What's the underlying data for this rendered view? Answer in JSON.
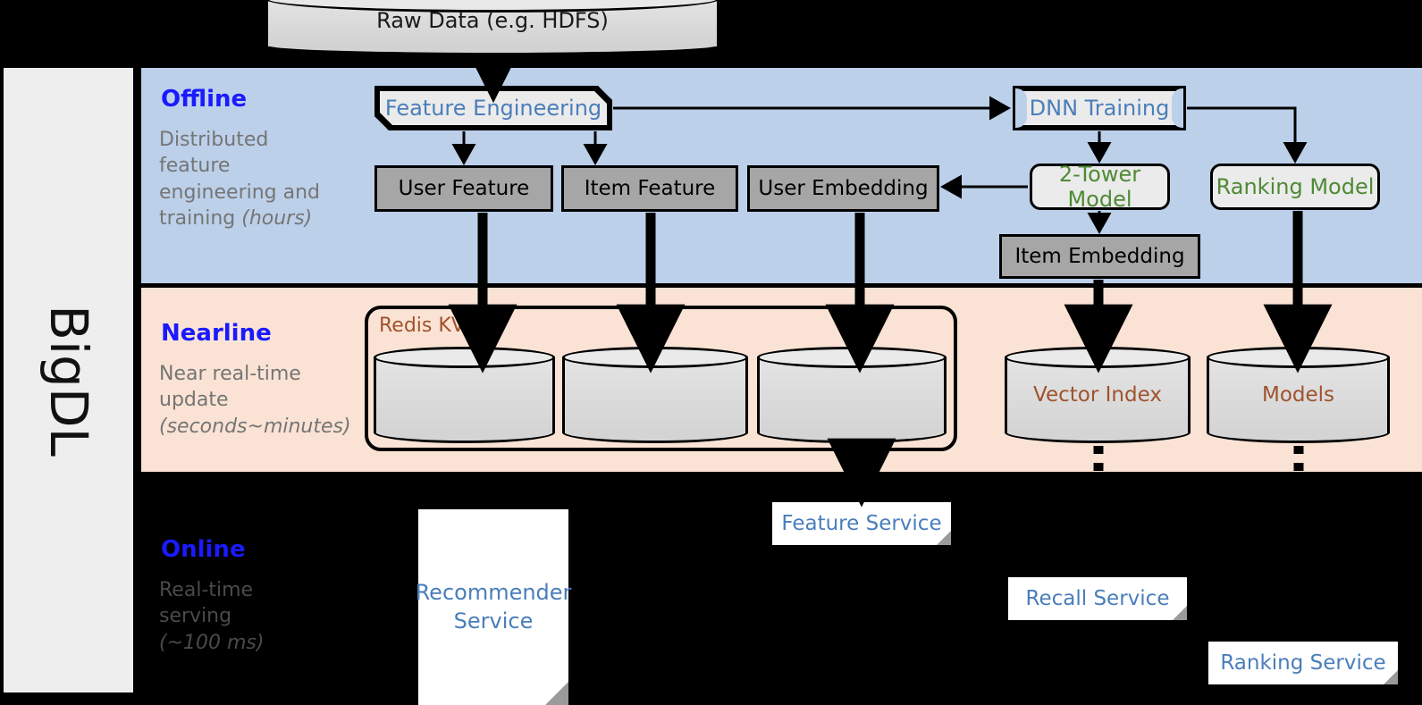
{
  "platform": {
    "name": "BigDL"
  },
  "source": {
    "label": "Raw Data (e.g. HDFS)"
  },
  "bands": {
    "offline": {
      "title": "Offline",
      "subtitle_lines": [
        "Distributed",
        "feature",
        "engineering and",
        "training "
      ],
      "subtitle_emphasis": "(hours)"
    },
    "nearline": {
      "title": "Nearline",
      "subtitle_lines": [
        "Near real-time",
        "update"
      ],
      "subtitle_emphasis": "(seconds~minutes)"
    },
    "online": {
      "title": "Online",
      "subtitle_lines": [
        "Real-time",
        "serving"
      ],
      "subtitle_emphasis": "(~100 ms)"
    }
  },
  "offline": {
    "feature_engineering": "Feature Engineering",
    "dnn_training": "DNN Training",
    "user_feature": "User Feature",
    "item_feature": "Item Feature",
    "user_embedding": "User Embedding",
    "two_tower_model": "2-Tower Model",
    "ranking_model": "Ranking Model",
    "item_embedding": "Item Embedding"
  },
  "nearline": {
    "redis_group_label": "Redis KV",
    "stores": [
      "",
      "",
      ""
    ],
    "vector_index": "Vector Index",
    "models": "Models"
  },
  "online": {
    "recommender_service": "Recommender Service",
    "feature_service": "Feature Service",
    "recall_service": "Recall Service",
    "ranking_service": "Ranking Service"
  },
  "colors": {
    "offline_band": "#bcd0ea",
    "nearline_band": "#fae3d4",
    "online_band": "#000000",
    "band_title": "#1a1aff",
    "blue_text": "#4a7ebb",
    "green_text": "#4e8a35",
    "brown_text": "#a0522d",
    "gray_box": "#a6a6a6",
    "rail": "#eeeeee"
  }
}
